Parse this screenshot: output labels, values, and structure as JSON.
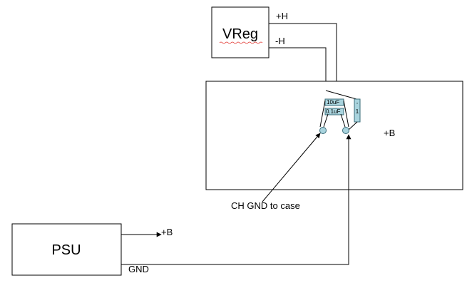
{
  "vreg": {
    "label": "VReg",
    "pos_terminal": "+H",
    "neg_terminal": "-H"
  },
  "psu": {
    "label": "PSU",
    "out_label": "+B",
    "gnd_label": "GND"
  },
  "case": {
    "label": "+B"
  },
  "components": {
    "cap_top": "10uF",
    "cap_bottom": "0.1uF",
    "resistor": "1"
  },
  "annotation": {
    "text": "CH GND to case"
  },
  "colors": {
    "component_fill": "#a9d4de",
    "component_stroke": "#3a6d7a",
    "terminal_fill": "#a9d4de"
  }
}
